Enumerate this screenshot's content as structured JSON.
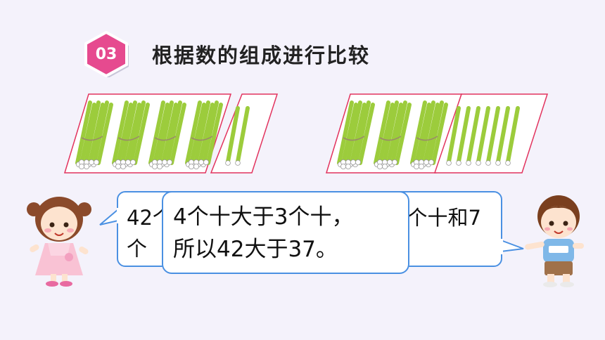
{
  "badge": {
    "number": "03",
    "color": "#e64a8f"
  },
  "title": "根据数的组成进行比较",
  "panels": {
    "left": {
      "bundles_of_ten": 4,
      "single_sticks": 2
    },
    "right": {
      "bundles_of_ten": 3,
      "single_sticks": 7
    },
    "stick_color": "#9ccc3c",
    "frame_color": "#e2335e"
  },
  "bubble_back": {
    "line1_start": "42个",
    "line1_end": "个十和7",
    "line2_start": "个"
  },
  "bubble_front": {
    "line1": "4个十大于3个十，",
    "line2": "所以42大于37。"
  },
  "colors": {
    "bubble_border": "#4a90e2",
    "background": "#f4f2fb"
  }
}
